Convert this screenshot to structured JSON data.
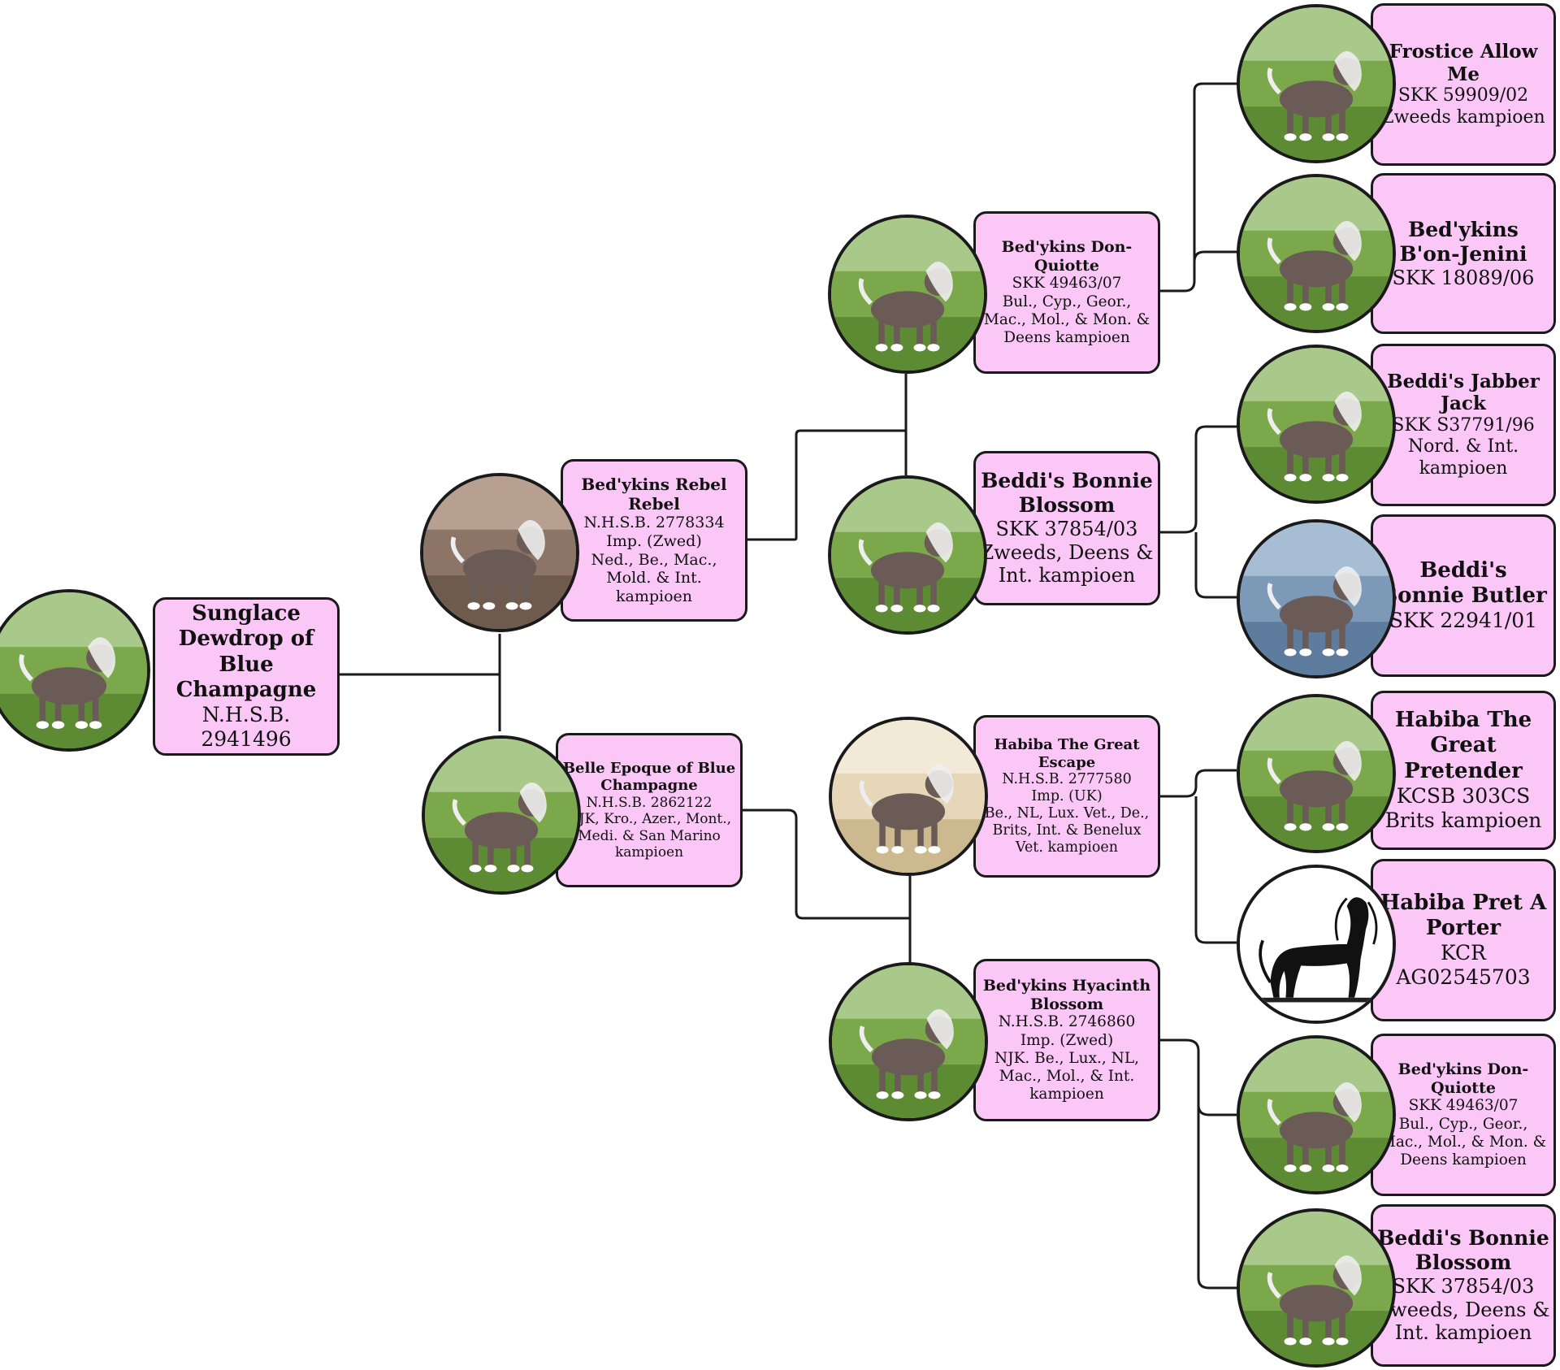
{
  "colors": {
    "card_fill": "#fbc7f7",
    "border": "#1a1a1a",
    "connector": "#1a1a1a"
  },
  "dogs": [
    {
      "id": "sunglace-dewdrop",
      "name": "Sunglace Dewdrop of Blue Champagne",
      "lines": [
        "N.H.S.B. 2941496"
      ],
      "photo": "dog-photo-grass"
    },
    {
      "id": "bedykins-rebel-rebel",
      "name": "Bed'ykins Rebel Rebel",
      "lines": [
        "N.H.S.B. 2778334",
        "Imp. (Zwed)",
        "Ned., Be., Mac., Mold. & Int. kampioen"
      ],
      "photo": "dog-photo-indoor"
    },
    {
      "id": "belle-epoque",
      "name": "Belle Epoque of Blue Champagne",
      "lines": [
        "N.H.S.B. 2862122",
        "NJK, Kro., Azer., Mont., Medi. & San Marino kampioen"
      ],
      "photo": "dog-photo-grass"
    },
    {
      "id": "bedykins-don-quiotte",
      "name": "Bed'ykins Don-Quiotte",
      "lines": [
        "SKK 49463/07",
        "Bul., Cyp., Geor., Mac., Mol., & Mon. & Deens kampioen"
      ],
      "photo": "dog-photo-grass"
    },
    {
      "id": "beddis-bonnie-blossom",
      "name": "Beddi's Bonnie Blossom",
      "lines": [
        "SKK 37854/03",
        "Zweeds, Deens & Int. kampioen"
      ],
      "photo": "dog-photo-grass"
    },
    {
      "id": "habiba-great-escape",
      "name": "Habiba The Great Escape",
      "lines": [
        "N.H.S.B. 2777580",
        "Imp. (UK)",
        "Be., NL, Lux. Vet., De., Brits, Int. & Benelux Vet. kampioen"
      ],
      "photo": "dog-photo-sand"
    },
    {
      "id": "bedykins-hyacinth-blossom",
      "name": "Bed'ykins Hyacinth Blossom",
      "lines": [
        "N.H.S.B. 2746860",
        "Imp. (Zwed)",
        "NJK. Be., Lux., NL, Mac., Mol., & Int. kampioen"
      ],
      "photo": "dog-photo-grass"
    },
    {
      "id": "frostice-allow-me",
      "name": "Frostice Allow Me",
      "lines": [
        "SKK 59909/02",
        "Zweeds kampioen"
      ],
      "photo": "dog-photo-grass"
    },
    {
      "id": "bedykins-bon-jenini",
      "name": "Bed'ykins B'on-Jenini",
      "lines": [
        "SKK 18089/06"
      ],
      "photo": "dog-photo-grass"
    },
    {
      "id": "beddis-jabber-jack",
      "name": "Beddi's Jabber Jack",
      "lines": [
        "SKK S37791/96",
        "Nord. & Int. kampioen"
      ],
      "photo": "dog-photo-grass"
    },
    {
      "id": "beddis-bonnie-butler",
      "name": "Beddi's Bonnie Butler",
      "lines": [
        "SKK 22941/01"
      ],
      "photo": "dog-photo-blue"
    },
    {
      "id": "habiba-great-pretender",
      "name": "Habiba The Great Pretender",
      "lines": [
        "KCSB 303CS",
        "Brits kampioen"
      ],
      "photo": "dog-photo-grass"
    },
    {
      "id": "habiba-pret-a-porter",
      "name": "Habiba Pret A Porter",
      "lines": [
        "KCR AG02545703"
      ],
      "photo": "dog-drawing"
    },
    {
      "id": "bedykins-don-quiotte-2",
      "name": "Bed'ykins Don-Quiotte",
      "lines": [
        "SKK 49463/07",
        "Bul., Cyp., Geor., Mac., Mol., & Mon. & Deens kampioen"
      ],
      "photo": "dog-photo-grass"
    },
    {
      "id": "beddis-bonnie-blossom-2",
      "name": "Beddi's Bonnie Blossom",
      "lines": [
        "SKK 37854/03",
        "Zweeds, Deens & Int. kampioen"
      ],
      "photo": "dog-photo-grass"
    }
  ]
}
